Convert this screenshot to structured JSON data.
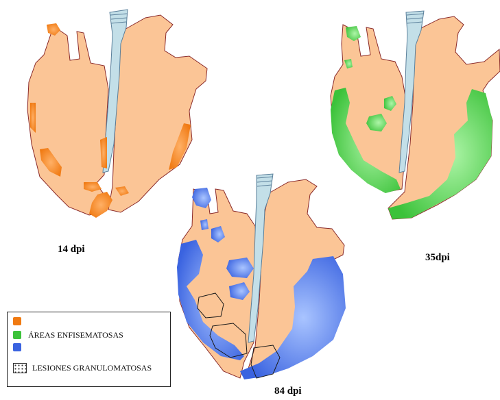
{
  "panels": [
    {
      "label": "14 dpi",
      "color": "#f07a12"
    },
    {
      "label": "35dpi",
      "color": "#3cc23a"
    },
    {
      "label": "84 dpi",
      "color": "#3a63e0"
    }
  ],
  "legend": {
    "items": [
      {
        "swatch": "orange",
        "color": "#f07a12",
        "label": ""
      },
      {
        "swatch": "green",
        "color": "#3cc23a",
        "label": "ÁREAS ENFISEMATOSAS"
      },
      {
        "swatch": "blue",
        "color": "#3a63e0",
        "label": ""
      },
      {
        "swatch": "dotted-box",
        "color": "#333333",
        "label": "LESIONES GRANULOMATOSAS"
      }
    ]
  },
  "colors": {
    "lung": "#fbc596",
    "trachea": "#c3dfe8",
    "outline": "#8a2a2a"
  }
}
